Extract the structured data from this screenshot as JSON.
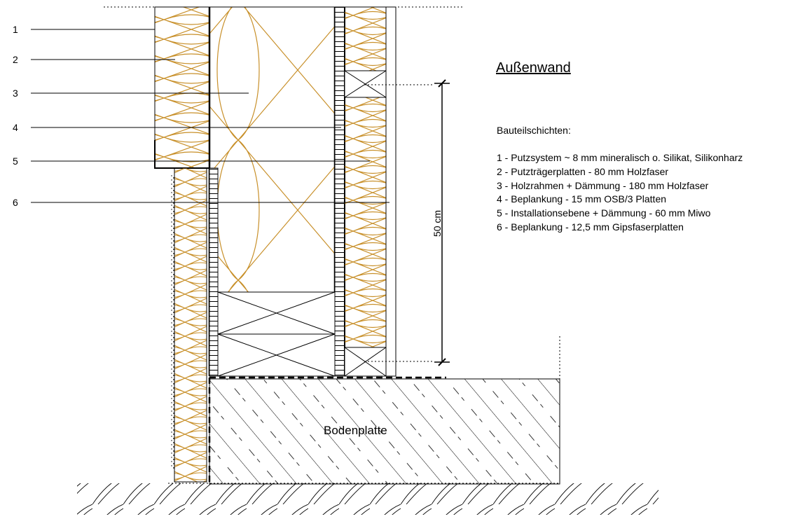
{
  "title": "Außenwand",
  "legend": {
    "heading": "Bauteilschichten:",
    "items": [
      "1 - Putzsystem ~ 8 mm mineralisch o. Silikat, Silikonharz",
      "2 - Putzträgerplatten - 80 mm Holzfaser",
      "3 - Holzrahmen + Dämmung - 180 mm Holzfaser",
      "4 - Beplankung - 15 mm OSB/3 Platten",
      "5 - Installationsebene + Dämmung - 60 mm Miwo",
      "6 - Beplankung - 12,5 mm Gipsfaserplatten"
    ]
  },
  "layer_numbers": [
    "1",
    "2",
    "3",
    "4",
    "5",
    "6"
  ],
  "dimension": {
    "label": "50 cm"
  },
  "slab": {
    "label": "Bodenplatte"
  },
  "colors": {
    "insulation": "#c8902a",
    "line": "#000000",
    "background": "#ffffff"
  }
}
